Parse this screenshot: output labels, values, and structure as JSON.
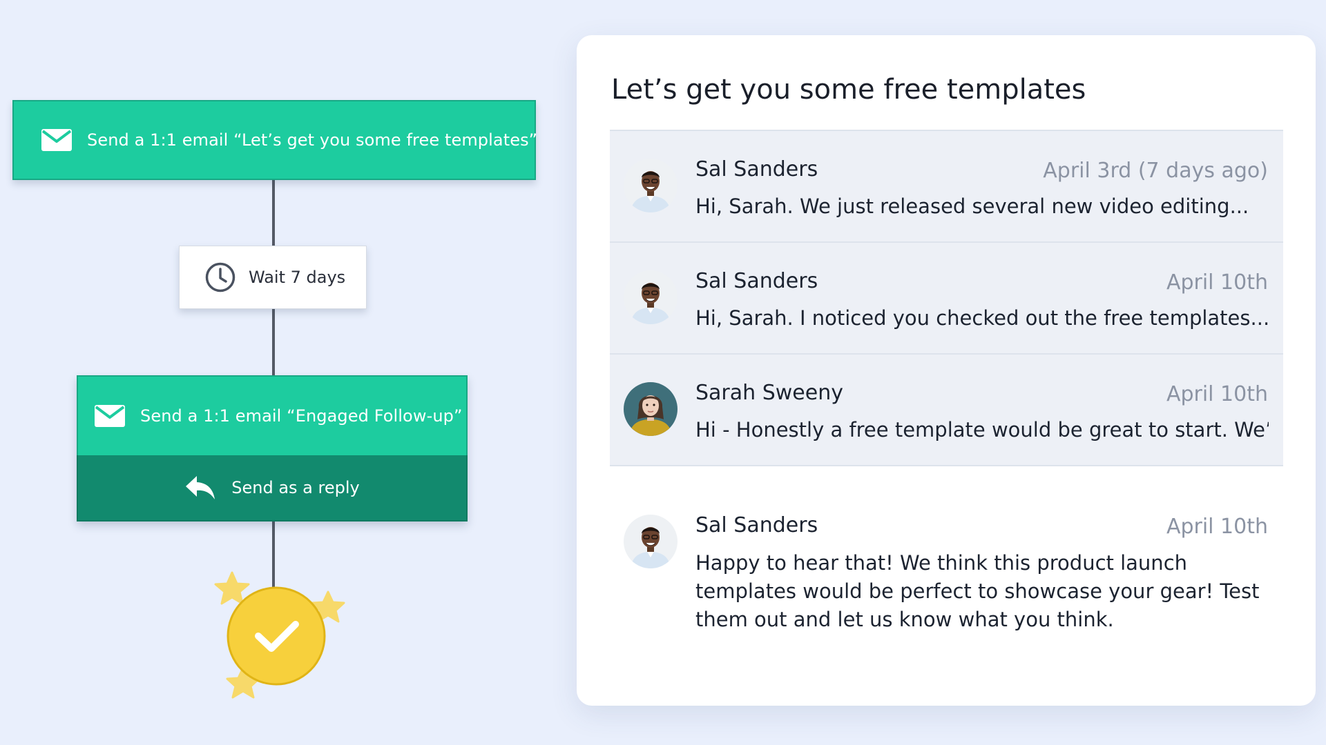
{
  "workflow": {
    "first_email_label": "Send a 1:1 email “Let’s get you some free templates”",
    "wait_label": "Wait 7 days",
    "followup_email_label": "Send a 1:1 email “Engaged Follow-up”",
    "reply_label": "Send as a reply",
    "icons": {
      "email": "envelope-icon",
      "wait": "clock-icon",
      "reply": "reply-arrow-icon",
      "goal": "checkmark-badge-icon"
    }
  },
  "panel": {
    "title": "Let’s get you some free templates",
    "messages": [
      {
        "sender": "Sal Sanders",
        "date": "April 3rd (7 days ago)",
        "preview": "Hi, Sarah. We just released several new video editing..."
      },
      {
        "sender": "Sal Sanders",
        "date": "April 10th",
        "preview": "Hi, Sarah. I noticed you checked out the free templates..."
      },
      {
        "sender": "Sarah Sweeny",
        "date": "April 10th",
        "preview": "Hi - Honestly a free template would be great to start. We’v..."
      },
      {
        "sender": "Sal Sanders",
        "date": "April 10th",
        "body": "Happy to hear that! We think this product launch templates would be perfect to showcase your gear! Test them out and let us know what you think."
      }
    ]
  },
  "colors": {
    "background": "#e9effc",
    "step_green": "#1dcc9f",
    "step_dark_green": "#128a6e",
    "goal_yellow": "#f7d03c",
    "muted_text": "#8b93a3"
  }
}
